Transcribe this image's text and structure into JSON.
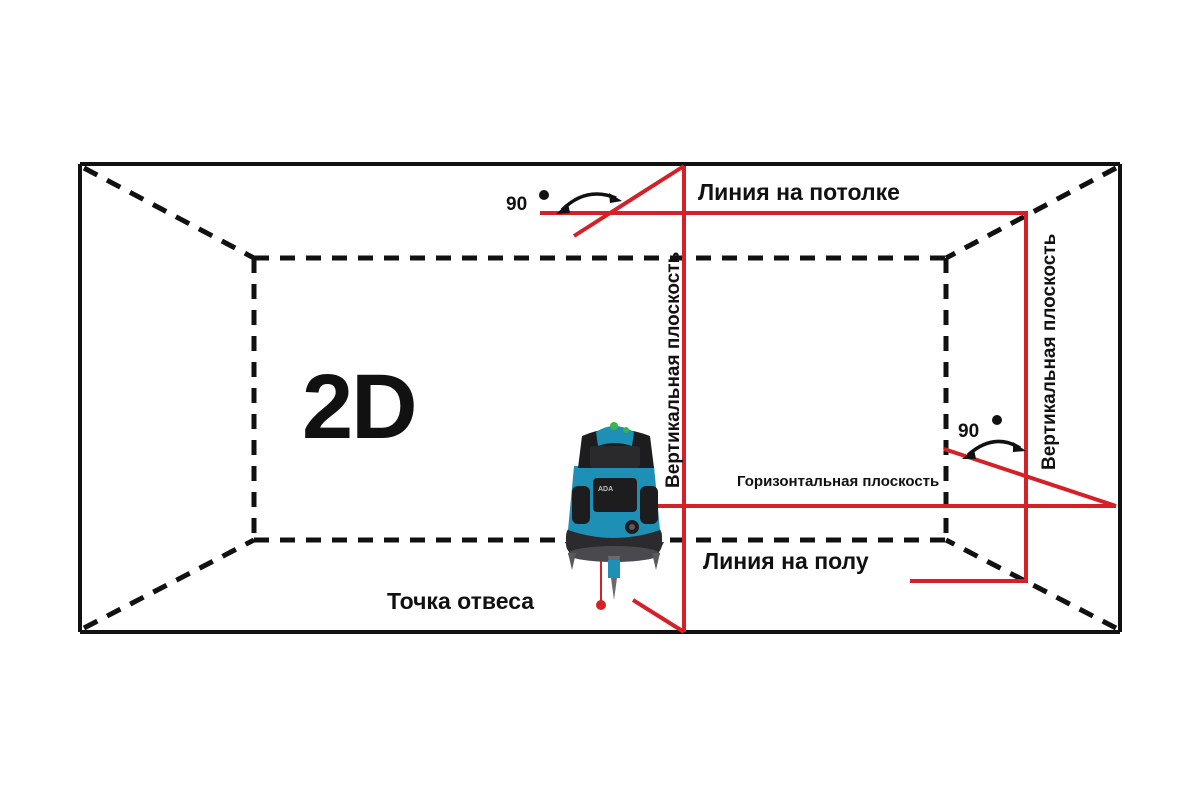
{
  "diagram": {
    "mode_label": "2D",
    "labels": {
      "ceiling_line": "Линия на потолке",
      "floor_line": "Линия на полу",
      "plumb_point": "Точка отвеса",
      "vertical_plane_left": "Вертикальная плоскость",
      "vertical_plane_right": "Вертикальная плоскость",
      "horizontal_plane": "Горизонтальная плоскость",
      "angle_top": "90",
      "angle_right": "90"
    },
    "colors": {
      "laser": "#d42027",
      "outline": "#111111",
      "device_body": "#1e8fb5",
      "device_dark": "#1d1d1f",
      "background": "#ffffff"
    },
    "device": {
      "brand_text": "ADA"
    }
  }
}
